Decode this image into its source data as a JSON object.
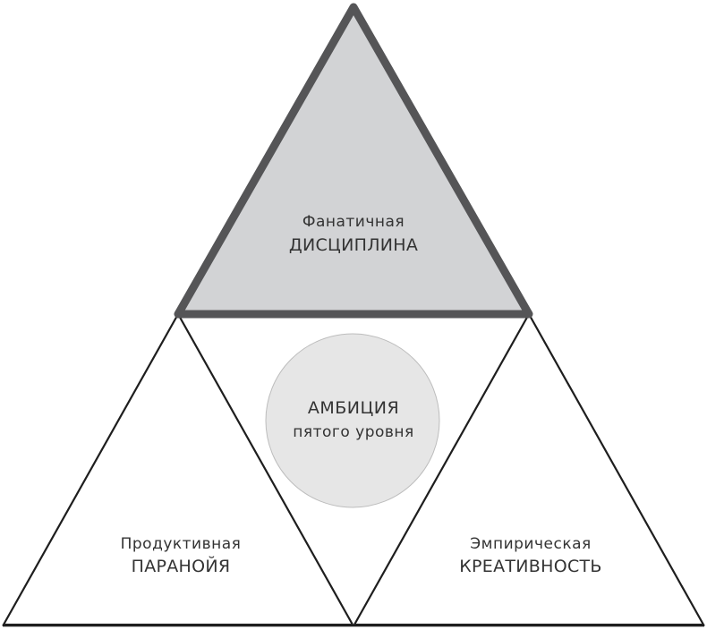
{
  "diagram": {
    "type": "triangle-framework",
    "colors": {
      "top_fill": "#d2d3d5",
      "top_stroke": "#555557",
      "line": "#1e1e1e",
      "circle_fill": "#e6e6e6",
      "circle_stroke": "#bdbdbd",
      "text": "#333333"
    },
    "top": {
      "line1": "Фанатичная",
      "line2": "ДИСЦИПЛИНА"
    },
    "center": {
      "line1": "АМБИЦИЯ",
      "line2": "пятого уровня"
    },
    "left": {
      "line1": "Продуктивная",
      "line2": "ПАРАНОЙЯ"
    },
    "right": {
      "line1": "Эмпирическая",
      "line2": "КРЕАТИВНОСТЬ"
    }
  }
}
